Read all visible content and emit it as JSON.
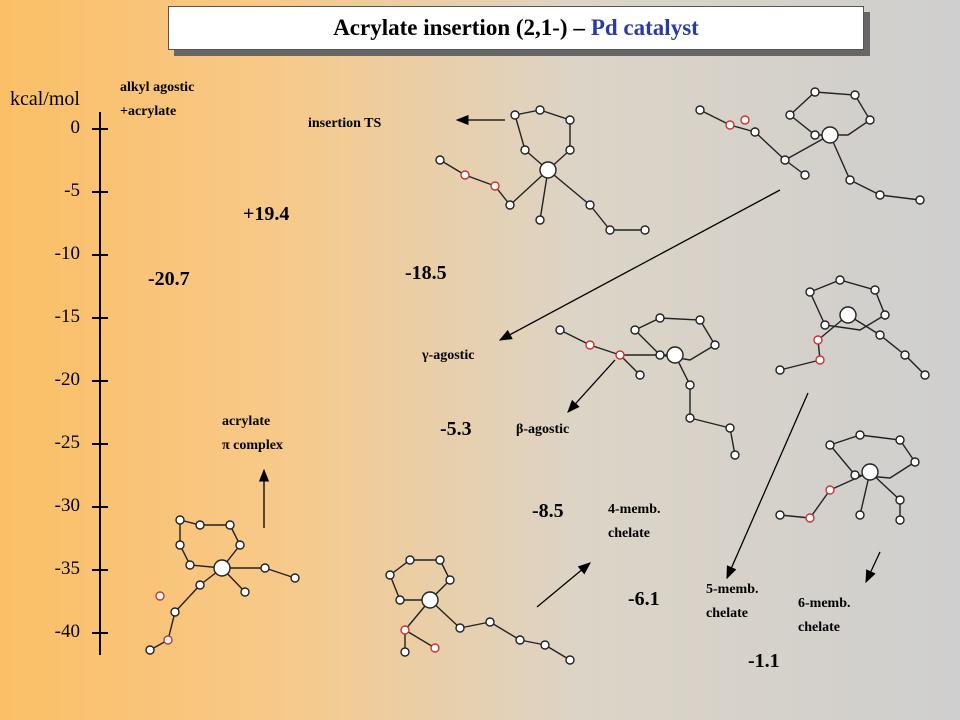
{
  "title": {
    "main": "Acrylate insertion (2,1-) –",
    "highlight": "Pd catalyst"
  },
  "axis": {
    "unit": "kcal/mol",
    "ticks": [
      "0",
      "-5",
      "-10",
      "-15",
      "-20",
      "-25",
      "-30",
      "-35",
      "-40"
    ]
  },
  "labels": {
    "alkyl_agostic_1": "alkyl agostic",
    "alkyl_agostic_2": "+acrylate",
    "insertion_ts": "insertion TS",
    "gamma_agostic": "γ-agostic",
    "beta_agostic": "β-agostic",
    "acrylate_1": "acrylate",
    "acrylate_2": "π complex",
    "chelate4_1": "4-memb.",
    "chelate4_2": "chelate",
    "chelate5_1": "5-memb.",
    "chelate5_2": "chelate",
    "chelate6_1": "6-memb.",
    "chelate6_2": "chelate"
  },
  "energies": {
    "alkyl_agostic": "-20.7",
    "insertion_ts": "+19.4",
    "gamma_agostic": "-18.5",
    "beta_agostic": "-5.3",
    "chelate4": "-8.5",
    "chelate5": "-6.1",
    "chelate6": "-1.1"
  },
  "colors": {
    "background_left": "#fbbf66",
    "background_right": "#cfcfcf",
    "title_highlight": "#2a3aa8",
    "oxygen": "#cc3333"
  }
}
